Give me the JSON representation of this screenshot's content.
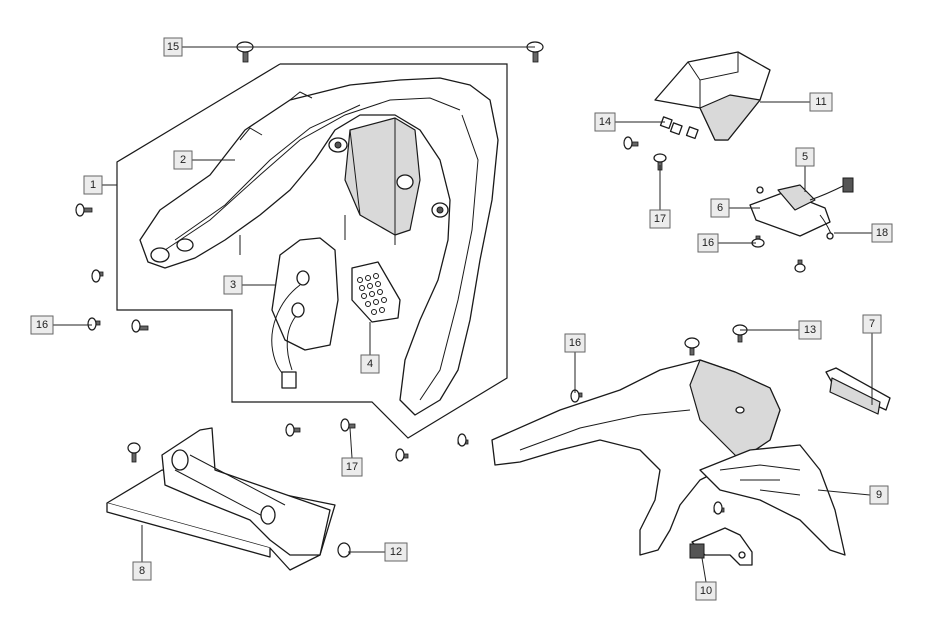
{
  "callouts": [
    {
      "id": "c1",
      "label": "1"
    },
    {
      "id": "c2",
      "label": "2"
    },
    {
      "id": "c3",
      "label": "3"
    },
    {
      "id": "c4",
      "label": "4"
    },
    {
      "id": "c5",
      "label": "5"
    },
    {
      "id": "c6",
      "label": "6"
    },
    {
      "id": "c7",
      "label": "7"
    },
    {
      "id": "c8",
      "label": "8"
    },
    {
      "id": "c9",
      "label": "9"
    },
    {
      "id": "c10",
      "label": "10"
    },
    {
      "id": "c11",
      "label": "11"
    },
    {
      "id": "c12",
      "label": "12"
    },
    {
      "id": "c13",
      "label": "13"
    },
    {
      "id": "c14",
      "label": "14"
    },
    {
      "id": "c15",
      "label": "15"
    },
    {
      "id": "c16a",
      "label": "16"
    },
    {
      "id": "c16b",
      "label": "16"
    },
    {
      "id": "c16c",
      "label": "16"
    },
    {
      "id": "c17a",
      "label": "17"
    },
    {
      "id": "c17b",
      "label": "17"
    },
    {
      "id": "c18",
      "label": "18"
    }
  ]
}
